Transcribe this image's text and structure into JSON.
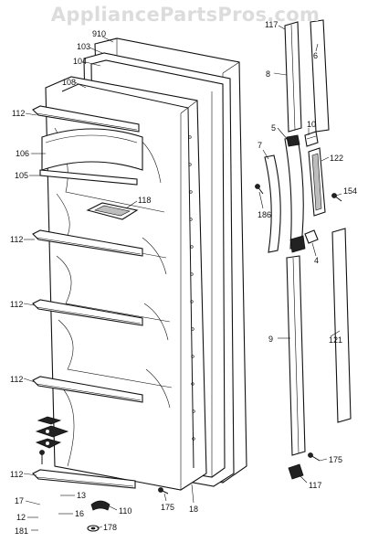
{
  "watermark": "AppliancePartsPros.com",
  "callouts": {
    "c910": "910",
    "c103": "103",
    "c104": "104",
    "c108": "108",
    "c112a": "112",
    "c106": "106",
    "c105": "105",
    "c118": "118",
    "c112b": "112",
    "c112c": "112",
    "c112d": "112",
    "c112e": "112",
    "c17": "17",
    "c13": "13",
    "c16": "16",
    "c12": "12",
    "c181": "181",
    "c178": "178",
    "c110": "110",
    "c175a": "175",
    "c18": "18",
    "c117a": "117",
    "c6": "6",
    "c8": "8",
    "c5": "5",
    "c10": "10",
    "c7": "7",
    "c122": "122",
    "c154": "154",
    "c186": "186",
    "c4": "4",
    "c9": "9",
    "c121": "121",
    "c175b": "175",
    "c117b": "117"
  }
}
